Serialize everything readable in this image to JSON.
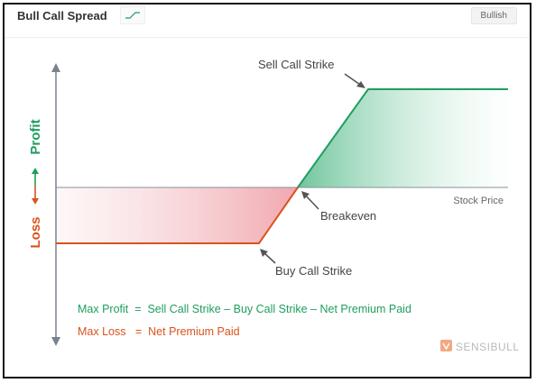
{
  "header": {
    "title": "Bull Call Spread",
    "badge": "Bullish",
    "trend_icon": "trend-up-icon"
  },
  "axis": {
    "profit_label": "Profit",
    "loss_label": "Loss",
    "x_label": "Stock Price"
  },
  "annotations": {
    "sell_call_strike": "Sell Call Strike",
    "breakeven": "Breakeven",
    "buy_call_strike": "Buy Call Strike"
  },
  "formulas": {
    "max_profit": "Max Profit  =  Sell Call Strike – Buy Call Strike – Net Premium Paid",
    "max_loss": "Max Loss   =  Net Premium Paid"
  },
  "brand": {
    "name": "SENSIBULL",
    "logo_icon": "sensibull-logo-icon"
  },
  "colors": {
    "profit": "#1f9e5e",
    "loss": "#d9531e",
    "axis": "#7a8290",
    "text": "#444444"
  }
}
